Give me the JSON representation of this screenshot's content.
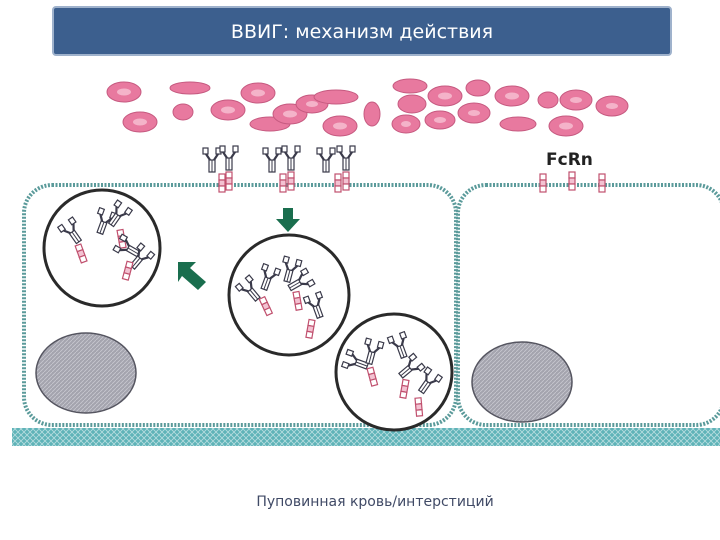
{
  "title": "ВВИГ: механизм действия",
  "labels": {
    "receptor": "FcRn",
    "bottom": "Пуповинная кровь/интерстиций"
  },
  "colors": {
    "title_bg": "#3c5f8e",
    "rbc_fill": "#e8799f",
    "rbc_center": "#f4b3c9",
    "cell_outline": "#5a9a9a",
    "membrane_band": "#5fb3b8",
    "nucleus": "#a8a8b2",
    "antibody": "#4a4a5a",
    "receptor": "#c0506e",
    "arrow": "#1a6e4e"
  },
  "icons": {
    "down_arrow": "arrow-down-icon",
    "diag_arrow": "arrow-up-left-icon"
  }
}
